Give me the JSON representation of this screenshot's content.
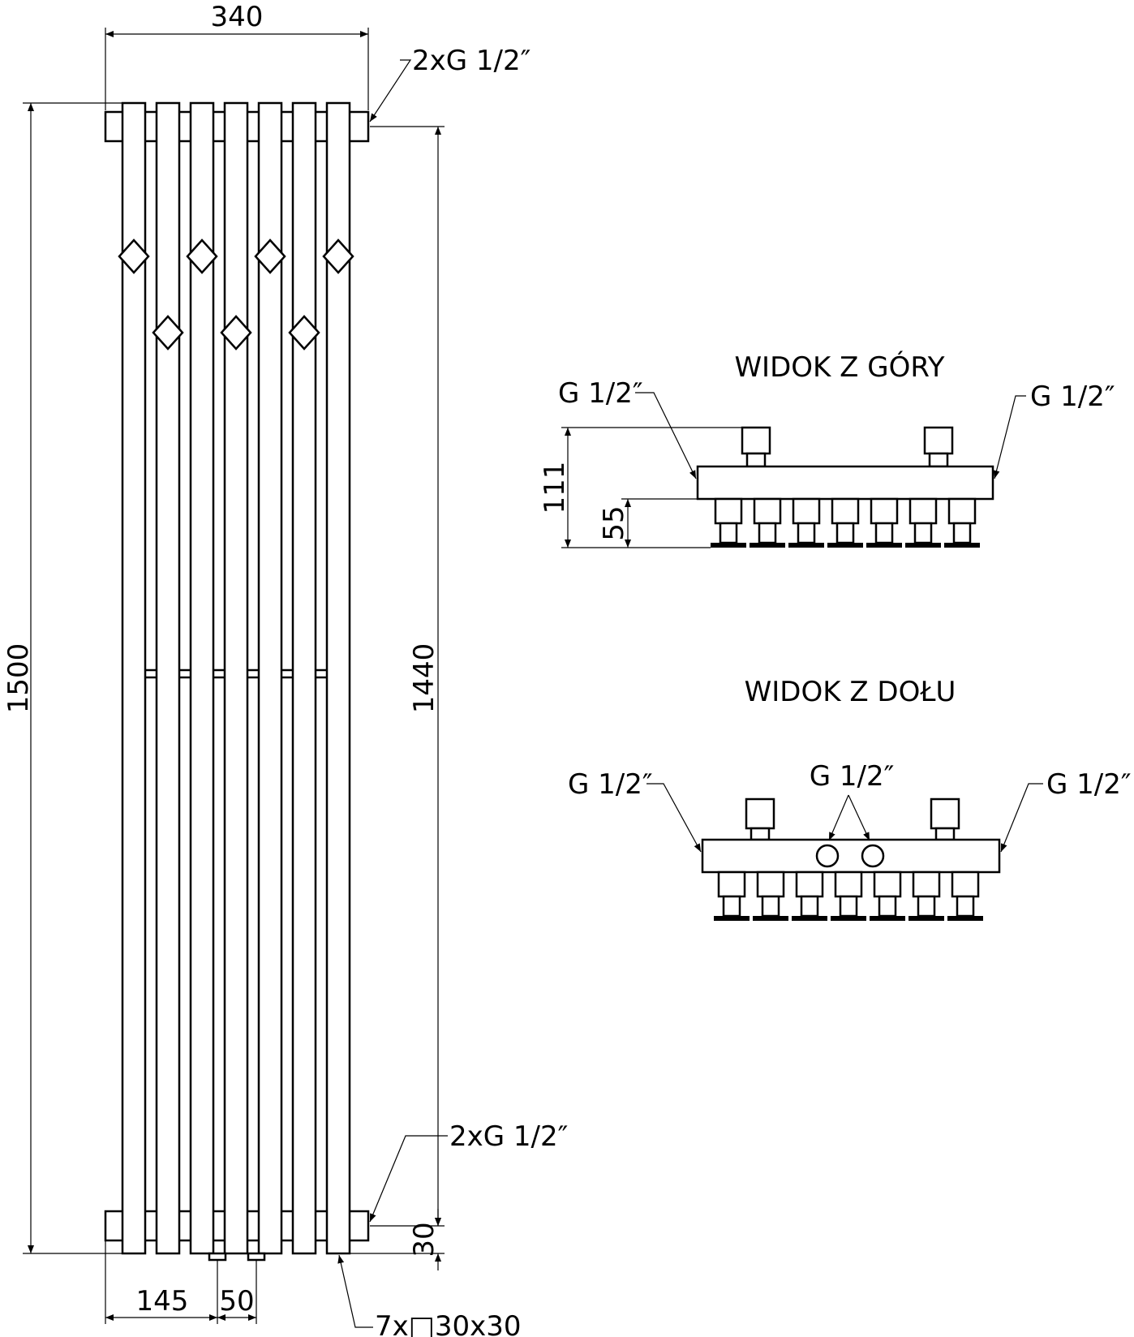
{
  "front_view": {
    "dimensions": {
      "total_width": "340",
      "total_height": "1500",
      "pitch": "1440",
      "bottom_offset": "30",
      "side_offset": "145",
      "spacing": "50"
    },
    "labels": {
      "top_connection": "2xG 1/2″",
      "bottom_connection": "2xG 1/2″",
      "profiles": "7x□30x30"
    },
    "profile_count": 7
  },
  "top_view": {
    "title": "WIDOK Z GÓRY",
    "label_left": "G 1/2″",
    "label_right": "G 1/2″",
    "dim_depth": "111",
    "dim_offset": "55"
  },
  "bottom_view": {
    "title": "WIDOK Z DOŁU",
    "label_left": "G 1/2″",
    "label_center": "G 1/2″",
    "label_right": "G 1/2″"
  }
}
